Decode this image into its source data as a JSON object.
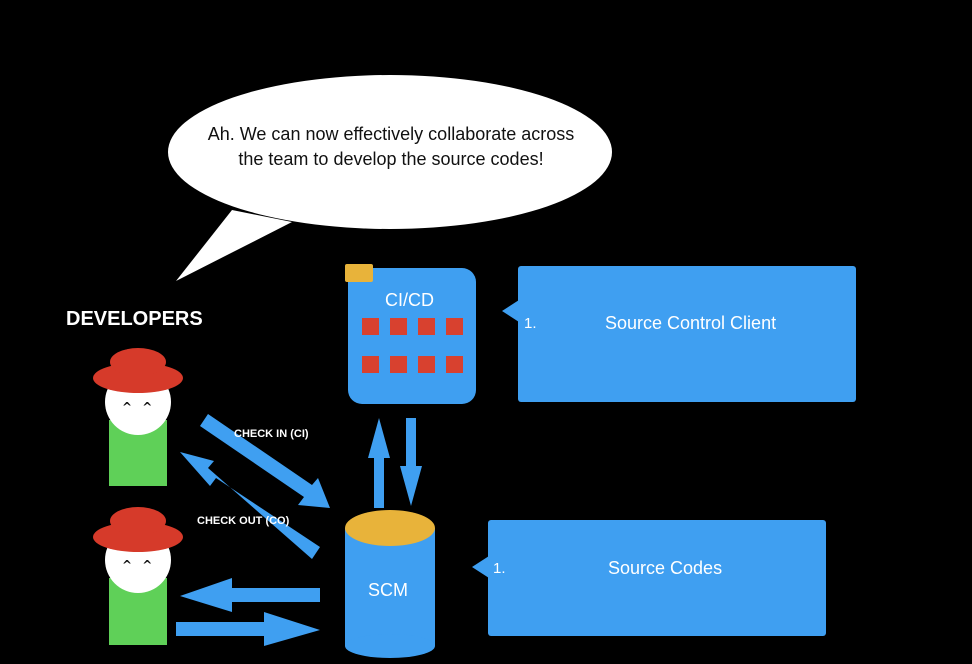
{
  "speech_bubble": {
    "text": "Ah. We can now effectively collaborate across the team to develop the source codes!"
  },
  "developers": {
    "label": "DEVELOPERS",
    "face": "^ ^"
  },
  "flows": {
    "check_in": "CHECK IN (CI)",
    "check_out": "CHECK OUT (CO)"
  },
  "cicd": {
    "label": "CI/CD"
  },
  "scm": {
    "label": "SCM"
  },
  "callouts": {
    "top": {
      "number": "1.",
      "title": "Source Control Client"
    },
    "bottom": {
      "number": "1.",
      "title": "Source Codes"
    }
  },
  "colors": {
    "background": "#000000",
    "blue": "#3f9ff1",
    "red_hat": "#d63a2a",
    "green_body": "#5fd058",
    "gold": "#e8b33a",
    "red_square": "#d8412f",
    "bubble": "#ffffff"
  }
}
